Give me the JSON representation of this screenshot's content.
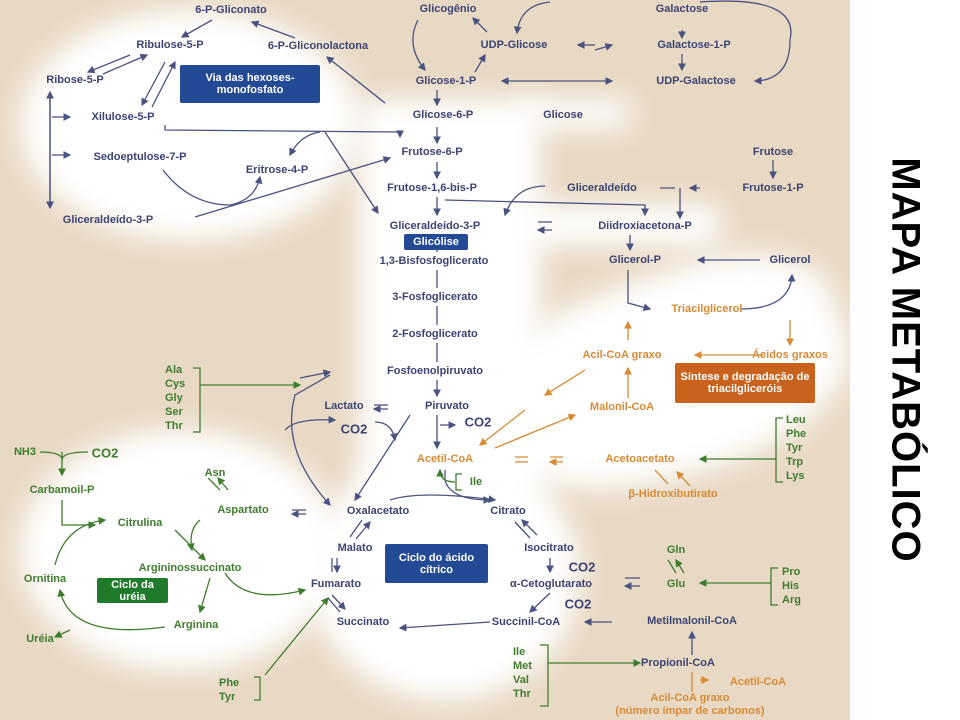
{
  "title": "MAPA METABÓLICO",
  "pentose": {
    "gliconato": "6-P-Gliconato",
    "ribulose": "Ribulose-5-P",
    "gliconolactona": "6-P-Gliconolactona",
    "ribose": "Ribose-5-P",
    "xilulose": "Xilulose-5-P",
    "sedoeptulose": "Sedoeptulose-7-P",
    "eritrose": "Eritrose-4-P",
    "gliceraldeido3p": "Gliceraldeído-3-P",
    "box": "Via das hexoses-monofosfato"
  },
  "glycogen": {
    "glicogenio": "Glicogênio",
    "udp_glicose": "UDP-Glicose",
    "galactose": "Galactose",
    "galactose1p": "Galactose-1-P",
    "glicose1p": "Glicose-1-P",
    "udp_galactose": "UDP-Galactose"
  },
  "glycolysis": {
    "glicose6p": "Glicose-6-P",
    "glicose": "Glicose",
    "frutose6p": "Frutose-6-P",
    "frutose16bp": "Frutose-1,6-bis-P",
    "gliceraldeido": "Gliceraldeído",
    "frutose": "Frutose",
    "frutose1p": "Frutose-1-P",
    "gliceraldeido3p": "Gliceraldeído-3-P",
    "diidroxiacetona": "Diidroxiacetona-P",
    "box": "Glicólise",
    "bisfosfoglicerato": "1,3-Bisfosfoglicerato",
    "fosfoglicerato3": "3-Fosfoglicerato",
    "fosfoglicerato2": "2-Fosfoglicerato",
    "fosfoenolpiruvato": "Fosfoenolpiruvato",
    "lactato": "Lactato",
    "piruvato": "Piruvato",
    "co2_a": "CO2",
    "co2_b": "CO2",
    "aminoacids": [
      "Ala",
      "Cys",
      "Gly",
      "Ser",
      "Thr"
    ]
  },
  "lipids": {
    "glicerol_p": "Glicerol-P",
    "glicerol": "Glicerol",
    "triacilglicerol": "Triacilglicerol",
    "acil_coa": "Acil-CoA graxo",
    "acidos_graxos": "Ácidos graxos",
    "box": "Síntese e degradação de triacilgliceróis",
    "malonil": "Malonil-CoA",
    "acetil_coa": "Acetil-CoA",
    "acetoacetato": "Acetoacetato",
    "hidroxibutirato": "β-Hidroxibutirato",
    "ile": "Ile",
    "ketogenic": [
      "Leu",
      "Phe",
      "Tyr",
      "Trp",
      "Lys"
    ]
  },
  "urea": {
    "nh3": "NH3",
    "co2": "CO2",
    "carbamoil": "Carbamoil-P",
    "asn": "Asn",
    "aspartato": "Aspartato",
    "citrulina": "Citrulina",
    "argininossuccinato": "Argininossuccinato",
    "ornitina": "Ornitina",
    "box": "Ciclo da uréia",
    "arginina": "Arginina",
    "ureia": "Uréia",
    "phe_tyr": [
      "Phe",
      "Tyr"
    ]
  },
  "tca": {
    "oxalacetato": "Oxalacetato",
    "citrato": "Citrato",
    "malato": "Malato",
    "isocitrato": "Isocitrato",
    "box": "Ciclo do ácido cítrico",
    "fumarato": "Fumarato",
    "cetoglutarato": "α-Cetoglutarato",
    "co2_a": "CO2",
    "co2_b": "CO2",
    "succinato": "Succinato",
    "succinil": "Succinil-CoA",
    "gln": "Gln",
    "glu": "Glu",
    "pro_his_arg": [
      "Pro",
      "His",
      "Arg"
    ],
    "metilmalonil": "Metilmalonil-CoA",
    "propionil": "Propionil-CoA",
    "acetil_coa": "Acetil-CoA",
    "acil_coa_odd": "Acil-CoA graxo",
    "acil_coa_odd_note": "(número ímpar de carbonos)",
    "ile_met_val_thr": [
      "Ile",
      "Met",
      "Val",
      "Thr"
    ]
  },
  "colors": {
    "navy": "#3c4474",
    "orange": "#d98a35",
    "green": "#3f7d2e",
    "box_blue": "#234a94"
  }
}
